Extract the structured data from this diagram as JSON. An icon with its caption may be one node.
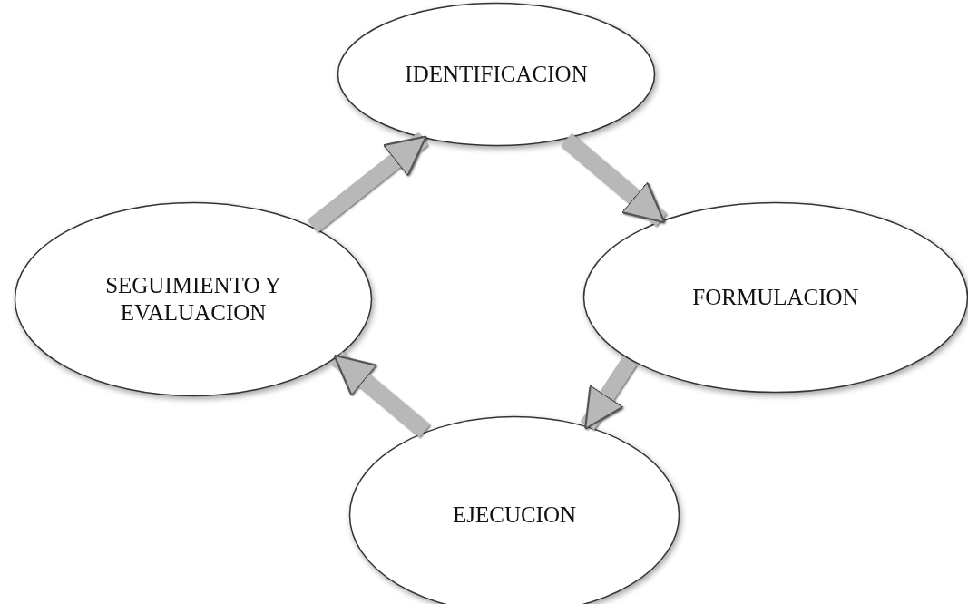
{
  "diagram": {
    "nodes": [
      {
        "text": [
          "IDENTIFICACION"
        ]
      },
      {
        "text": [
          "FORMULACION"
        ]
      },
      {
        "text": [
          "EJECUCION"
        ]
      },
      {
        "text": [
          "SEGUIMIENTO Y EVALUACION"
        ]
      }
    ],
    "edges": [
      {
        "from": 0,
        "to": 1,
        "arrow": "to"
      },
      {
        "from": 1,
        "to": 2,
        "arrow": "to"
      },
      {
        "from": 2,
        "to": 3,
        "arrow": "to"
      },
      {
        "from": 3,
        "to": 0,
        "arrow": "to"
      }
    ]
  }
}
